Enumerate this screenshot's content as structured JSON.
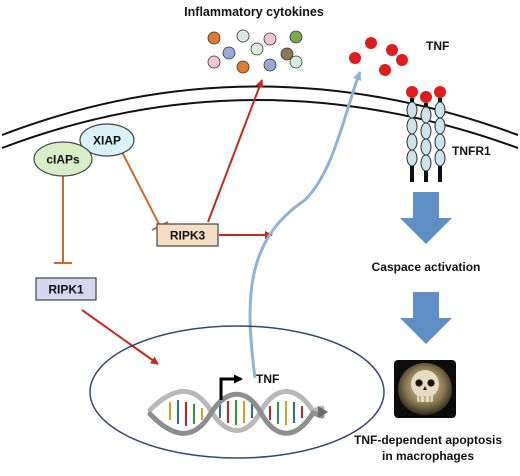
{
  "labels": {
    "cytokines": "Inflammatory cytokines",
    "tnf_top": "TNF",
    "tnfr1": "TNFR1",
    "xiap": "XIAP",
    "ciaps": "cIAPs",
    "ripk3": "RIPK3",
    "ripk1": "RIPK1",
    "caspace": "Caspace activation",
    "tnf_gene": "TNF",
    "apoptosis_line1": "TNF-dependent apoptosis",
    "apoptosis_line2": "in macrophages"
  },
  "icons": {
    "skull": "skull-icon",
    "dna": "dna-helix-icon",
    "promoter": "transcription-start-arrow-icon"
  },
  "colors": {
    "inhibit": "#cc6a2c",
    "activate": "#c8281e",
    "secretion": "#8fb3d6",
    "flow_arrow": "#5f8fc6",
    "xiap_fill": "#d8f2f7",
    "ciaps_fill": "#d6efc6",
    "ripk3_fill": "#f7ddc4",
    "ripk1_fill": "#d7d5f2",
    "tnf_ball": "#e01b1b",
    "receptor_fill": "#cde3ea"
  }
}
